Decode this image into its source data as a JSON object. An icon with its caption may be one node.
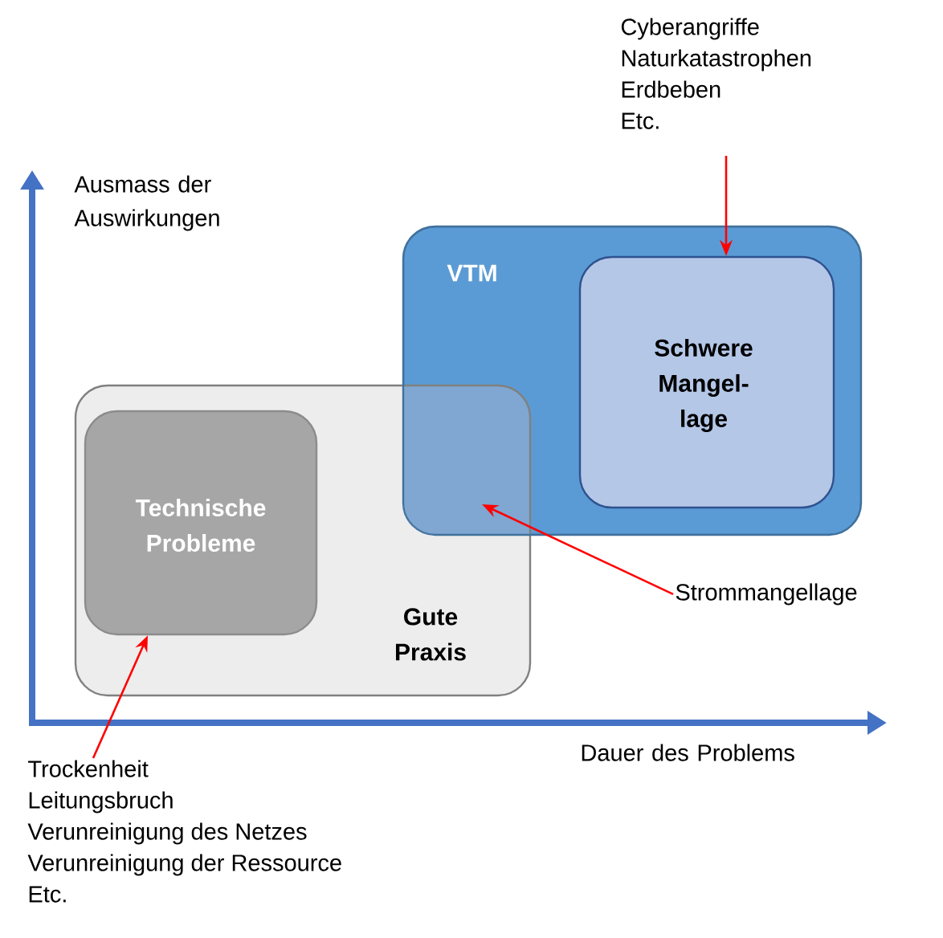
{
  "diagram": {
    "nodes": [
      {
        "text": [
          "Cyberangriffe",
          "Naturkatastrophen",
          "Erdbeben",
          "Etc."
        ]
      },
      {
        "text": [
          "VTM"
        ]
      },
      {
        "text": [
          "Schwere Mangel- lage"
        ],
        "in": 1
      },
      {
        "text": [
          "Gute Praxis"
        ]
      },
      {
        "text": [
          "Technische Probleme"
        ],
        "in": 3
      },
      {
        "text": [
          "Strommangellage"
        ]
      },
      {
        "text": [
          "Trockenheit",
          "Leitungsbruch",
          "Verunreinigung des Netzes",
          "Verunreinigung der Ressource",
          "Etc."
        ]
      }
    ],
    "edges": [
      {
        "from": 0,
        "to": 2,
        "arrow": "to"
      },
      {
        "from": 5,
        "to": null,
        "arrow": "to"
      },
      {
        "from": 6,
        "to": 4,
        "arrow": "to"
      }
    ],
    "labels": [
      "Ausmass der Auswirkungen",
      "Dauer des Problems"
    ]
  }
}
